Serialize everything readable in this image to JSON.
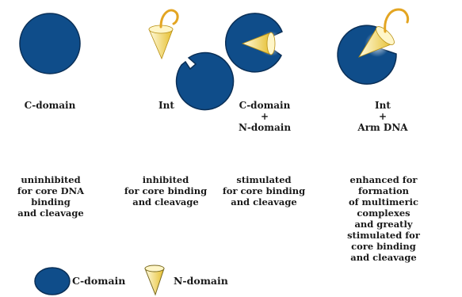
{
  "colors": {
    "domain_fill": "#0f4d8a",
    "domain_stroke": "#0a2f57",
    "cone_light": "#fffbe0",
    "cone_dark": "#e6bf2e",
    "linker": "#e3a522"
  },
  "panels": [
    {
      "label": "C-domain",
      "description": "uninhibited\nfor core DNA\nbinding\nand cleavage"
    },
    {
      "label": "Int",
      "description": "inhibited\nfor core binding\nand cleavage"
    },
    {
      "label": "C-domain\n+\nN-domain",
      "description": "stimulated\nfor core binding\nand cleavage"
    },
    {
      "label": "Int\n+\nArm DNA",
      "description": "enhanced  for formation\nof multimeric complexes\nand greatly stimulated for\ncore binding and cleavage"
    }
  ],
  "legend": {
    "c_domain_label": "C-domain",
    "n_domain_label": "N-domain"
  }
}
